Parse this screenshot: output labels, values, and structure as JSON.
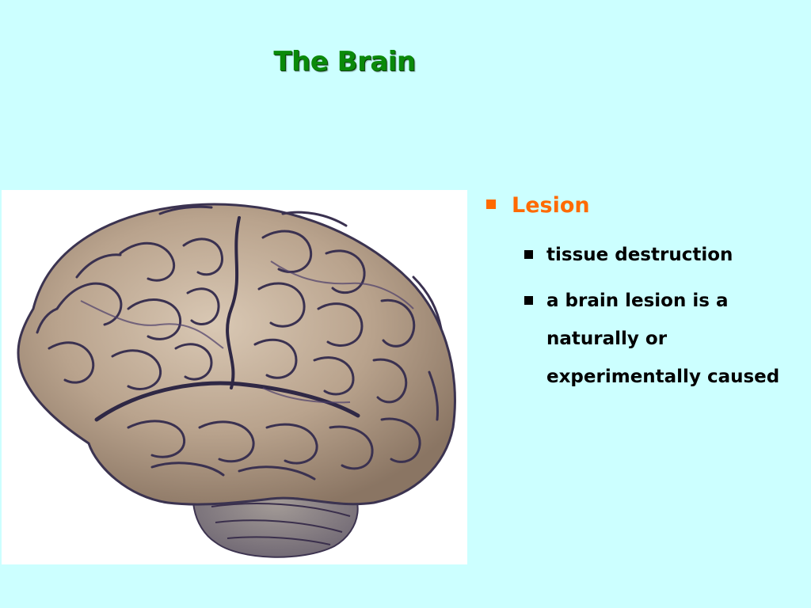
{
  "slide": {
    "title": "The Brain",
    "background_color": "#ccffff",
    "title_color": "#0a8a0a",
    "accent_color": "#ff6a00"
  },
  "image": {
    "subject": "brain-illustration"
  },
  "bullets": {
    "main": "Lesion",
    "sub": [
      "tissue destruction",
      "a brain lesion is a naturally or experimentally caused"
    ]
  }
}
